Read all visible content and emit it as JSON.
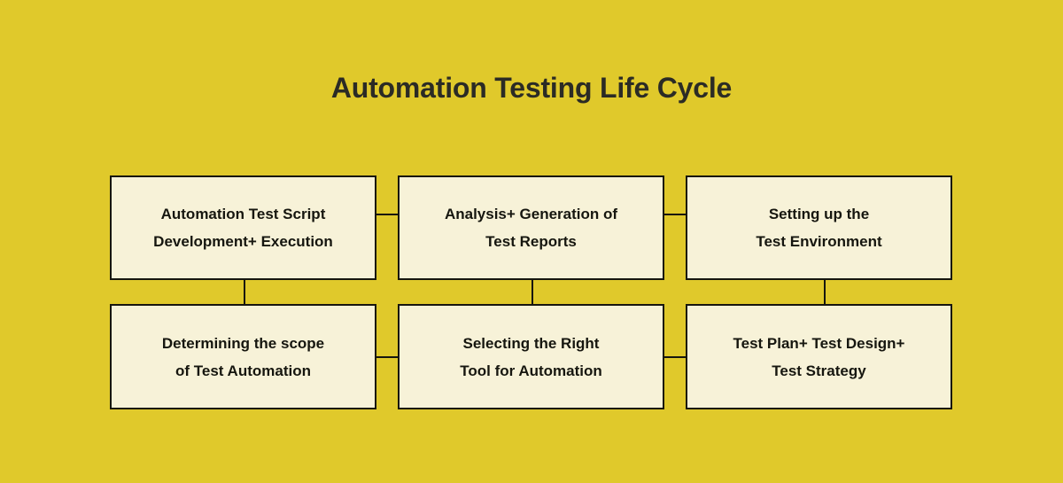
{
  "page": {
    "title": "Automation Testing Life Cycle",
    "background_color": "#e0c92b",
    "box_fill_color": "#f7f2d8",
    "box_border_color": "#16160f",
    "text_color": "#16160f"
  },
  "diagram": {
    "type": "flowchart-grid",
    "rows": 2,
    "columns": 3,
    "nodes": [
      {
        "id": "automation-test-script",
        "line1": "Automation Test Script",
        "line2": "Development+ Execution",
        "row": 1,
        "column": 1
      },
      {
        "id": "analysis-generation-of-test-reports",
        "line1": "Analysis+ Generation of",
        "line2": "Test Reports",
        "row": 1,
        "column": 2
      },
      {
        "id": "setting-up-test-environment",
        "line1": "Setting up the",
        "line2": "Test Environment",
        "row": 1,
        "column": 3
      },
      {
        "id": "determining-scope-of-test-automation",
        "line1": "Determining the scope",
        "line2": "of Test Automation",
        "row": 2,
        "column": 1
      },
      {
        "id": "selecting-right-tool-for-automation",
        "line1": "Selecting the Right",
        "line2": "Tool for Automation",
        "row": 2,
        "column": 2
      },
      {
        "id": "test-plan-design-strategy",
        "line1": "Test Plan+ Test Design+",
        "line2": "Test Strategy",
        "row": 2,
        "column": 3
      }
    ]
  }
}
